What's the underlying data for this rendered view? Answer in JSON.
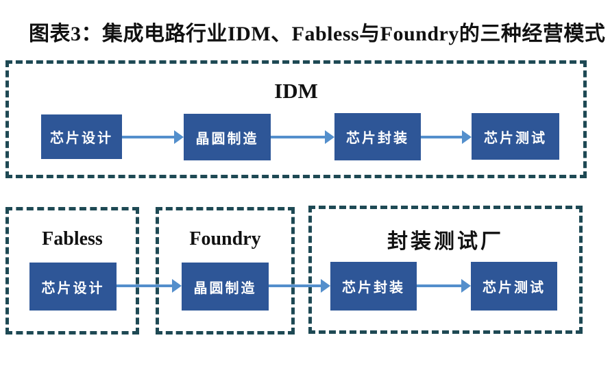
{
  "title": "图表3：集成电路行业IDM、Fabless与Foundry的三种经营模式",
  "colors": {
    "box_blue": "#2e5697",
    "arrow_blue": "#548fcc",
    "dash_teal": "#1e4954",
    "label_black": "#111111",
    "node_text": "#ffffff",
    "bg": "#ffffff"
  },
  "sections": {
    "idm": {
      "label": "IDM",
      "steps": [
        "芯片设计",
        "晶圆制造",
        "芯片封装",
        "芯片测试"
      ]
    },
    "fabless": {
      "label": "Fabless",
      "steps": [
        "芯片设计"
      ]
    },
    "foundry": {
      "label": "Foundry",
      "steps": [
        "晶圆制造"
      ]
    },
    "packaging_testing": {
      "label": "封装测试厂",
      "steps": [
        "芯片封装",
        "芯片测试"
      ]
    }
  }
}
